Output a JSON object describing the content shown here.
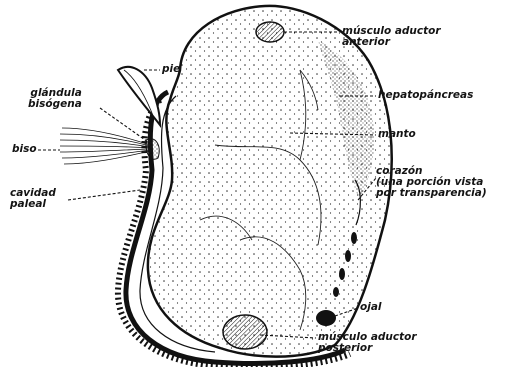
{
  "labels": {
    "musculo_aductor_anterior": [
      "músculo aductor",
      "anterior"
    ],
    "hepatopancreas": "hepatopáncreas",
    "manto": "manto",
    "corazon": [
      "corazón",
      "(una porción vista",
      "por transparencia)"
    ],
    "ojal": "ojal",
    "musculo_aductor_posterior": [
      "músculo aductor",
      "posterior"
    ],
    "pie": "pie",
    "glandula_bisogena": [
      "glándula",
      "bisógena"
    ],
    "biso": "biso",
    "cavidad_paleal": [
      "cavidad",
      "paleal"
    ]
  },
  "colors": {
    "ink": "#141414",
    "paper": "#ffffff"
  }
}
